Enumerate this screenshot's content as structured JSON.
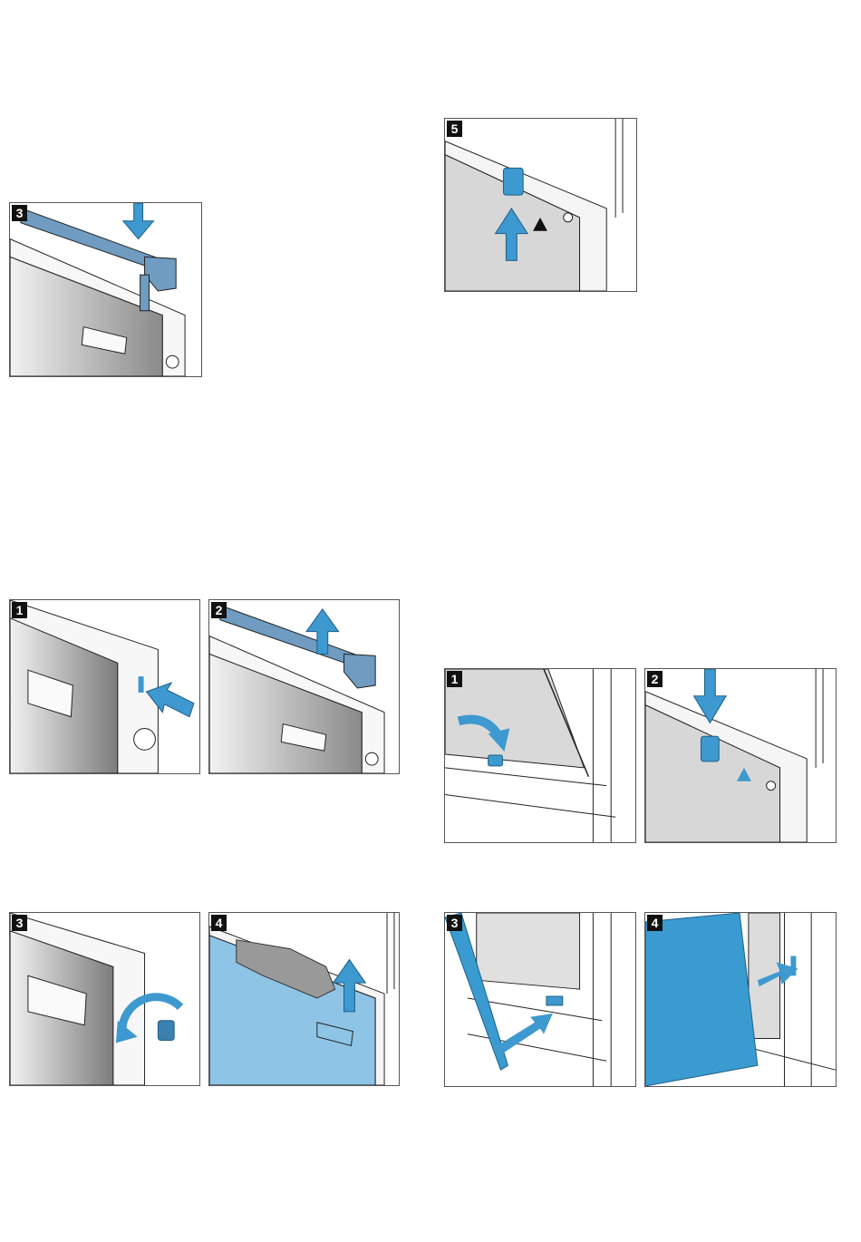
{
  "figures": {
    "top_left": {
      "step": "3"
    },
    "top_right": {
      "step": "5"
    },
    "mid_left": [
      {
        "step": "1"
      },
      {
        "step": "2"
      }
    ],
    "bottom_left": [
      {
        "step": "3"
      },
      {
        "step": "4"
      }
    ],
    "mid_right": [
      {
        "step": "1"
      },
      {
        "step": "2"
      }
    ],
    "bottom_right": [
      {
        "step": "3"
      },
      {
        "step": "4"
      }
    ]
  },
  "colors": {
    "accent_blue": "#3d99cf",
    "part_blue": "#6f9cc0",
    "glass_light_blue": "#8ec4e6",
    "panel_blue": "#3a9bd1",
    "stroke": "#222222"
  }
}
